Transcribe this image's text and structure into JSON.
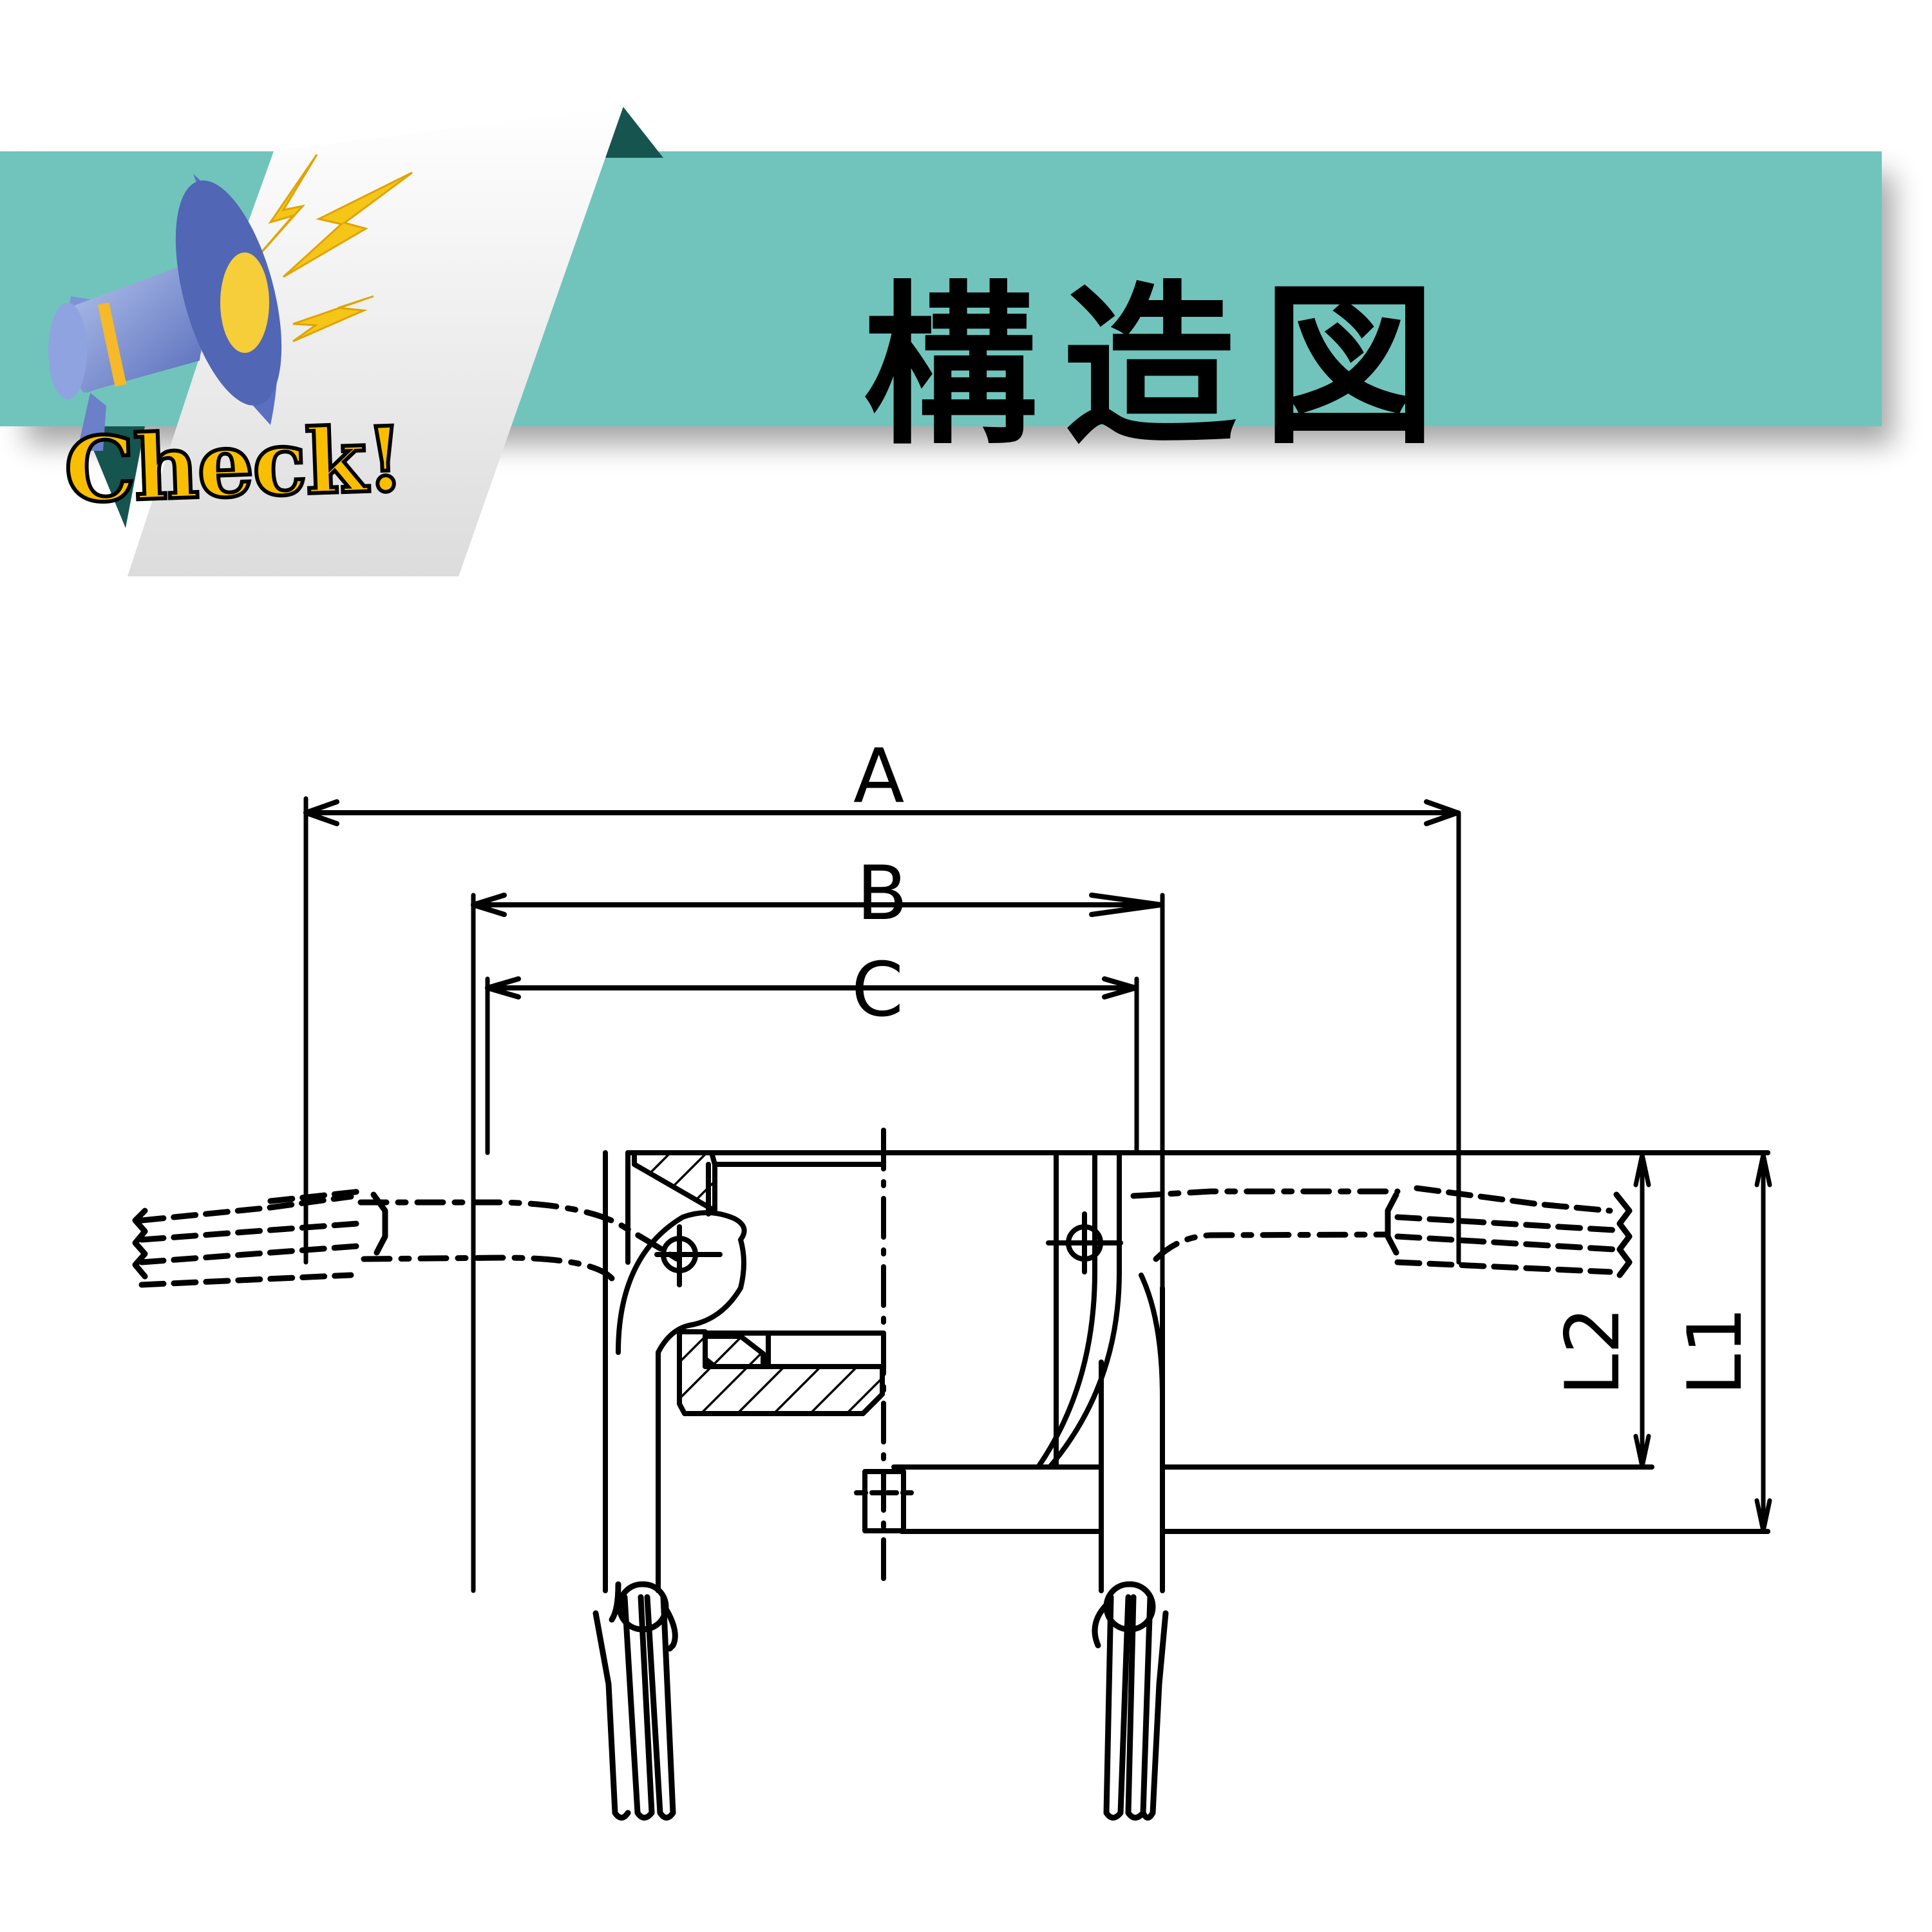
{
  "header": {
    "badge_text": "Check!",
    "title": "構造図",
    "colors": {
      "banner_teal": "#71C4BC",
      "banner_dark_teal": "#1B5C58",
      "ribbon_white": "#F2F2F2",
      "badge_yellow": "#F9BE00",
      "megaphone_blue": "#6E86CC"
    }
  },
  "diagram": {
    "dimensions": {
      "A": "A",
      "B": "B",
      "C": "C",
      "L1": "L1",
      "L2": "L2"
    },
    "line_color": "#000000"
  }
}
